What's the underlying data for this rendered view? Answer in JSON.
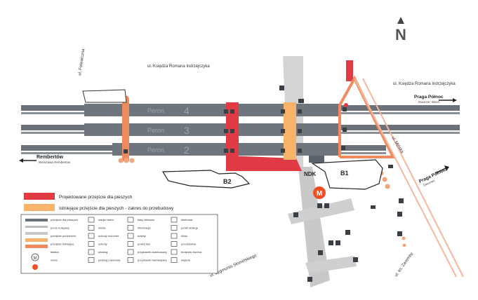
{
  "streets": {
    "north_main": "ul. Księdza Romana Indrzejczyka",
    "north_right": "ul. Księdza Romana Indrzejczyka",
    "vertical_left": "ul. Folwarczna",
    "diag_right": "ul. Mińska",
    "bottom_left": "ul. Zygmunta Słomińskiego",
    "bottom_right": "ul. ks. Zaremby"
  },
  "platforms": [
    {
      "label": "Peron",
      "number": "4"
    },
    {
      "label": "Peron",
      "number": "3"
    },
    {
      "label": "Peron",
      "number": "2"
    }
  ],
  "directions": {
    "north_east": "Praga Północ",
    "north_east_sub": "Dworzec Wsch.",
    "south_east": "Praga Północ",
    "south_east_sub": "Dworzec",
    "west": "Rembertów",
    "west_sub": "Warszawa Rembertów"
  },
  "buildings": {
    "b1": "B1",
    "b2": "B2",
    "ndk": "NDK"
  },
  "compass": "N",
  "metro_symbol": "M",
  "legend": {
    "projected": "Projektowane przejście dla pieszych",
    "existing": "Istniejące przejście dla pieszych - zakres do przebudowy",
    "items": [
      "przejście dla pieszych",
      "peron kolejowy",
      "przejście podziemne",
      "przejście istniejące",
      "kładka",
      "metro",
      "stacja metra",
      "winda",
      "schody ruchome",
      "schody",
      "parking",
      "parking rowerowy",
      "kasy biletowe",
      "informacja",
      "toalety",
      "postój taxi",
      "przystanek autobusowy",
      "przystanek tramwajowy",
      "biletomat",
      "punkt obsługi",
      "kiosk",
      "poczekalnia",
      "budynek dworca",
      "wejście"
    ]
  },
  "colors": {
    "projected": "#e03b45",
    "existing": "#f7b36a",
    "platform": "#6e757d",
    "track": "#6b7178",
    "walk": "#f08b5e",
    "metro": "#f04e23",
    "gray_path": "#c8c8c8"
  }
}
